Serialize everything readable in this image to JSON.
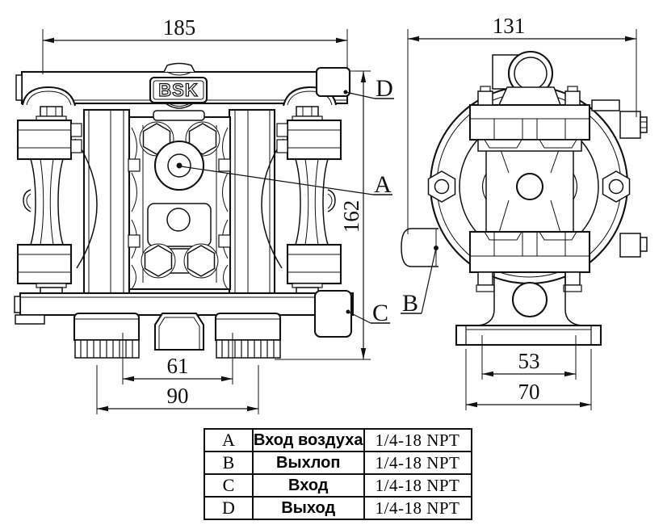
{
  "drawing": {
    "brand": "BSK",
    "background": "#ffffff",
    "line_color": "#111111",
    "dims": {
      "front_width": "185",
      "front_height": "162",
      "feet_inner": "61",
      "feet_outer": "90",
      "side_width": "131",
      "base_inner": "53",
      "base_outer": "70"
    },
    "labels": {
      "a": "A",
      "b": "B",
      "c": "C",
      "d": "D"
    }
  },
  "table": {
    "rows": [
      {
        "key": "A",
        "name": "Вход воздуха",
        "spec": "1/4-18 NPT"
      },
      {
        "key": "B",
        "name": "Выхлоп",
        "spec": "1/4-18 NPT"
      },
      {
        "key": "C",
        "name": "Вход",
        "spec": "1/4-18 NPT"
      },
      {
        "key": "D",
        "name": "Выход",
        "spec": "1/4-18 NPT"
      }
    ]
  }
}
